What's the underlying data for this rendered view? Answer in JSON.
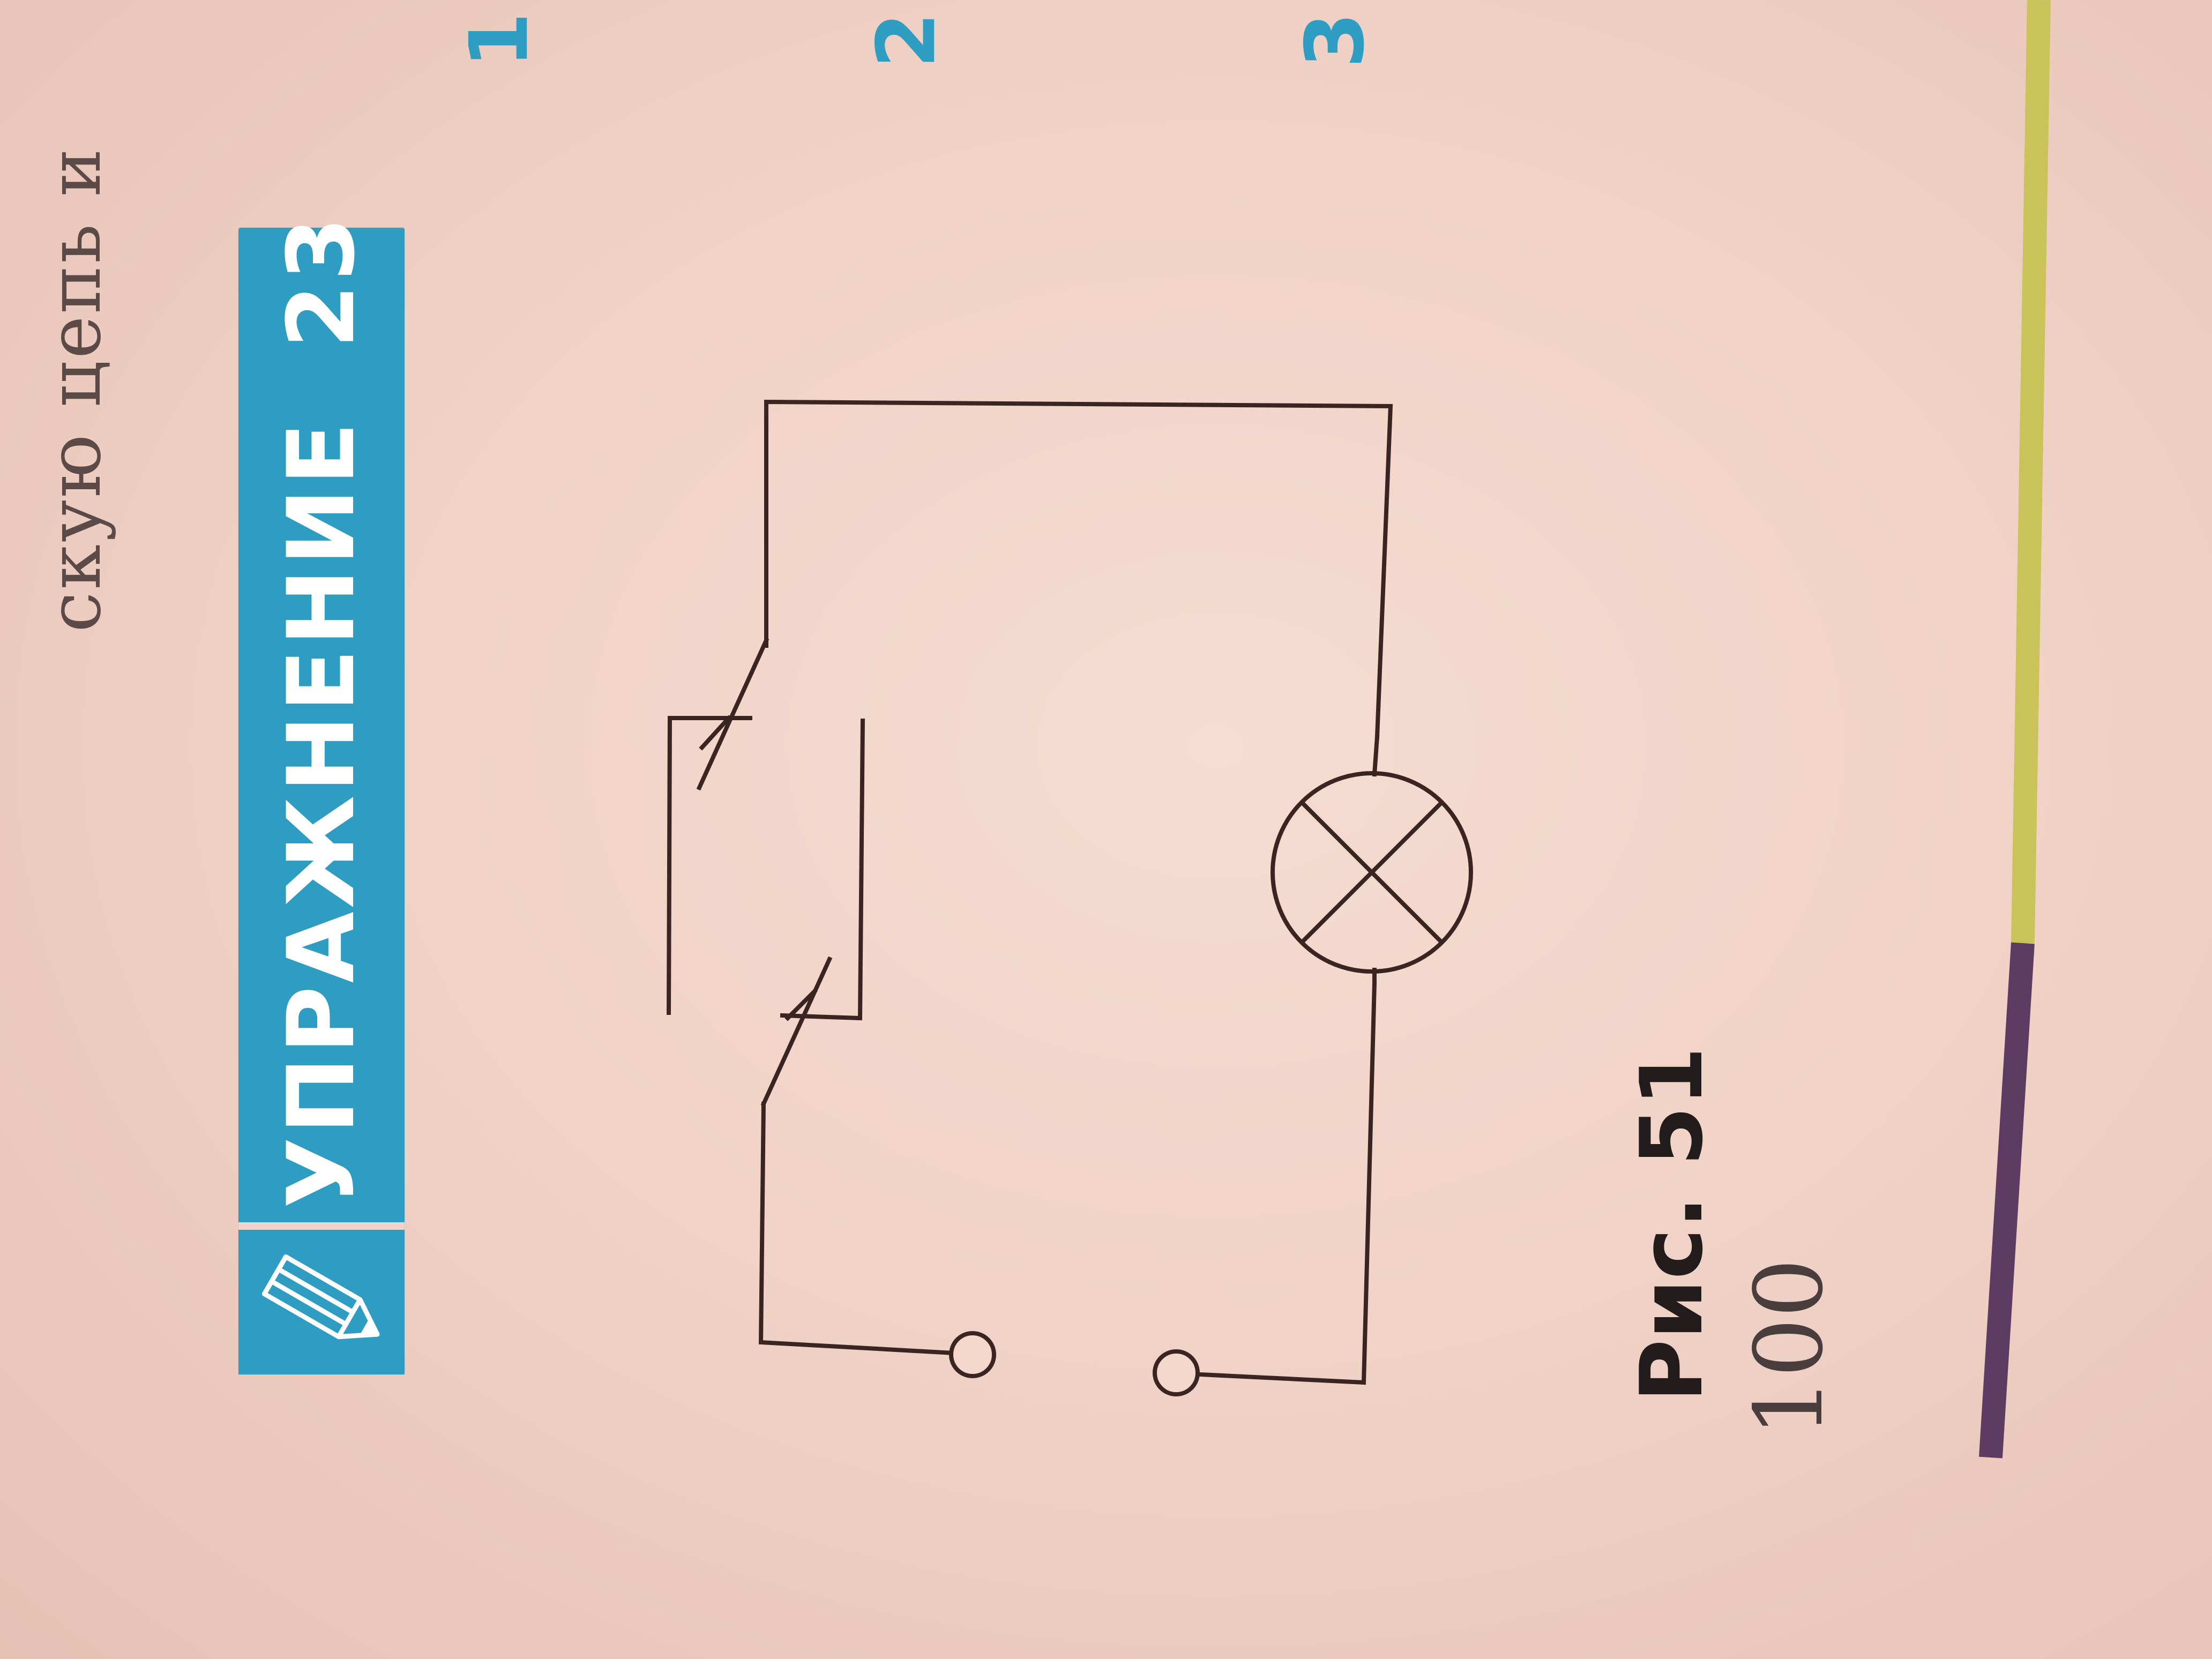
{
  "page_text_top": "скую цепь и",
  "exercise": {
    "label": "УПРАЖНЕНИЕ",
    "number": "23"
  },
  "side_numbers": [
    "1",
    "2",
    "3"
  ],
  "figure_caption": "Рис. 51",
  "page_number": "100",
  "colors": {
    "banner": "#2f9cc1",
    "paper": "#f1d3c8",
    "ink": "#3a2522",
    "bar_purple": "#5e3b63",
    "bar_yellow": "#c9c35a"
  },
  "icons": {
    "exercise_icon": "pencil-icon",
    "lamp": "lamp-symbol",
    "switch": "switch-symbol",
    "terminal": "terminal-symbol"
  }
}
